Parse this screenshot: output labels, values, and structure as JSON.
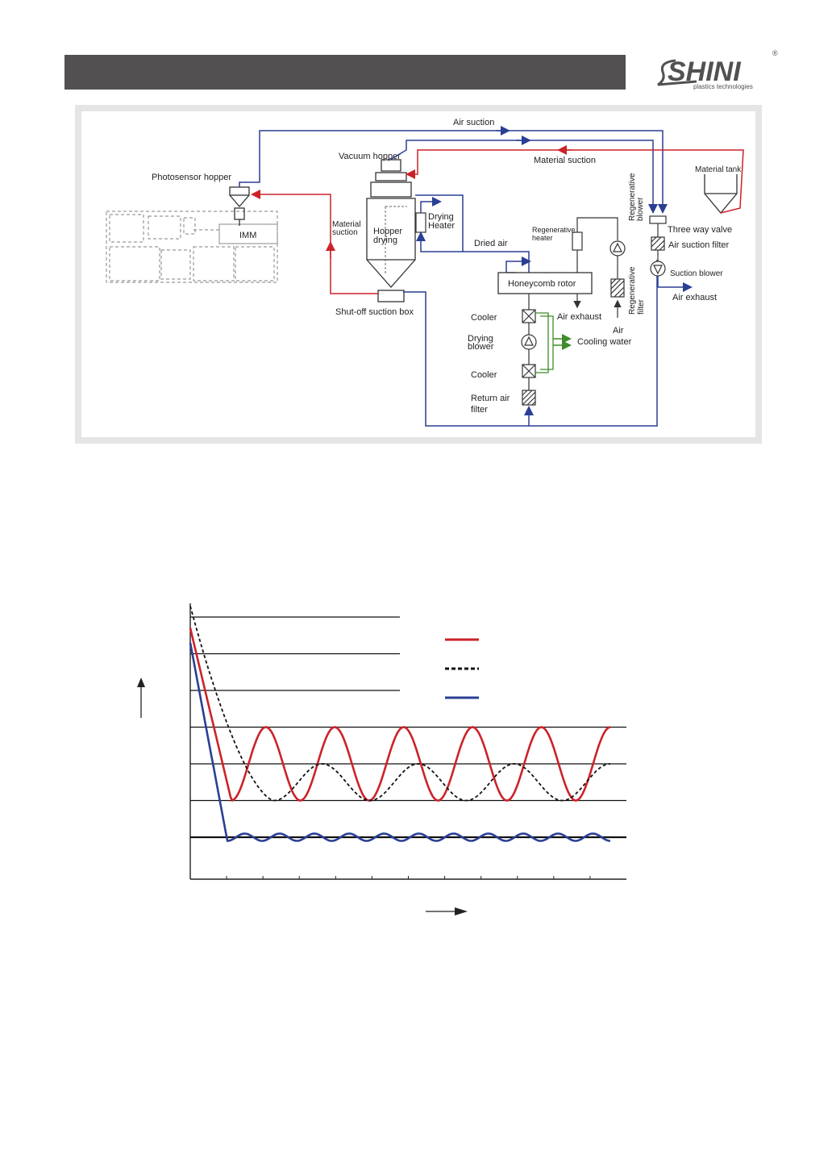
{
  "logo": {
    "brand": "SHINI",
    "tagline": "plastics technologies",
    "registered": "®"
  },
  "colors": {
    "material": "#cc2229",
    "air": "#2a3f94",
    "water": "#3e8c2a",
    "header": "#525050"
  },
  "diagram": {
    "labels": {
      "air_suction": "Air suction",
      "material_suction_top": "Material suction",
      "vacuum_hopper": "Vacuum hopper",
      "photosensor_hopper": "Photosensor hopper",
      "material_tank": "Material tank",
      "imm": "IMM",
      "material_suction_left_1": "Material",
      "material_suction_left_2": "suction",
      "hopper_drying_1": "Hopper",
      "hopper_drying_2": "drying",
      "drying_heater_1": "Drying",
      "drying_heater_2": "Heater",
      "dried_air": "Dried air",
      "regenerative_heater_1": "Regenerative",
      "regenerative_heater_2": "heater",
      "regenerative_blower_1": "Regenerative",
      "regenerative_blower_2": "blower",
      "three_way_valve": "Three way valve",
      "air_suction_filter": "Air suction filter",
      "suction_blower": "Suction blower",
      "air_exhaust_right": "Air exhaust",
      "honeycomb_rotor": "Honeycomb rotor",
      "regenerative_filter_1": "Regenerative",
      "regenerative_filter_2": "filter",
      "shutoff_suction_box": "Shut-off suction box",
      "cooler_top": "Cooler",
      "air_exhaust_mid": "Air exhaust",
      "drying_blower_1": "Drying",
      "drying_blower_2": "blower",
      "air": "Air",
      "cooling_water": "Cooling water",
      "cooler_bottom": "Cooler",
      "return_air_filter_1": "Return air",
      "return_air_filter_2": "filter"
    }
  },
  "chart_data": {
    "type": "line",
    "title": "",
    "xlabel": "",
    "ylabel": "",
    "x_ticks": 12,
    "y_gridlines": 7,
    "series": [
      {
        "color": "#cc2229",
        "style": "solid",
        "start": 6.7,
        "low": 2.0,
        "high": 4.0,
        "cycles": 5.5
      },
      {
        "color": "#111111",
        "style": "dashed",
        "start": 7.3,
        "low": 2.0,
        "high": 3.0,
        "cycles": 3.5
      },
      {
        "color": "#2a3f94",
        "style": "solid",
        "start": 6.3,
        "low": 0.9,
        "high": 1.1,
        "cycles": 11.0
      }
    ]
  }
}
